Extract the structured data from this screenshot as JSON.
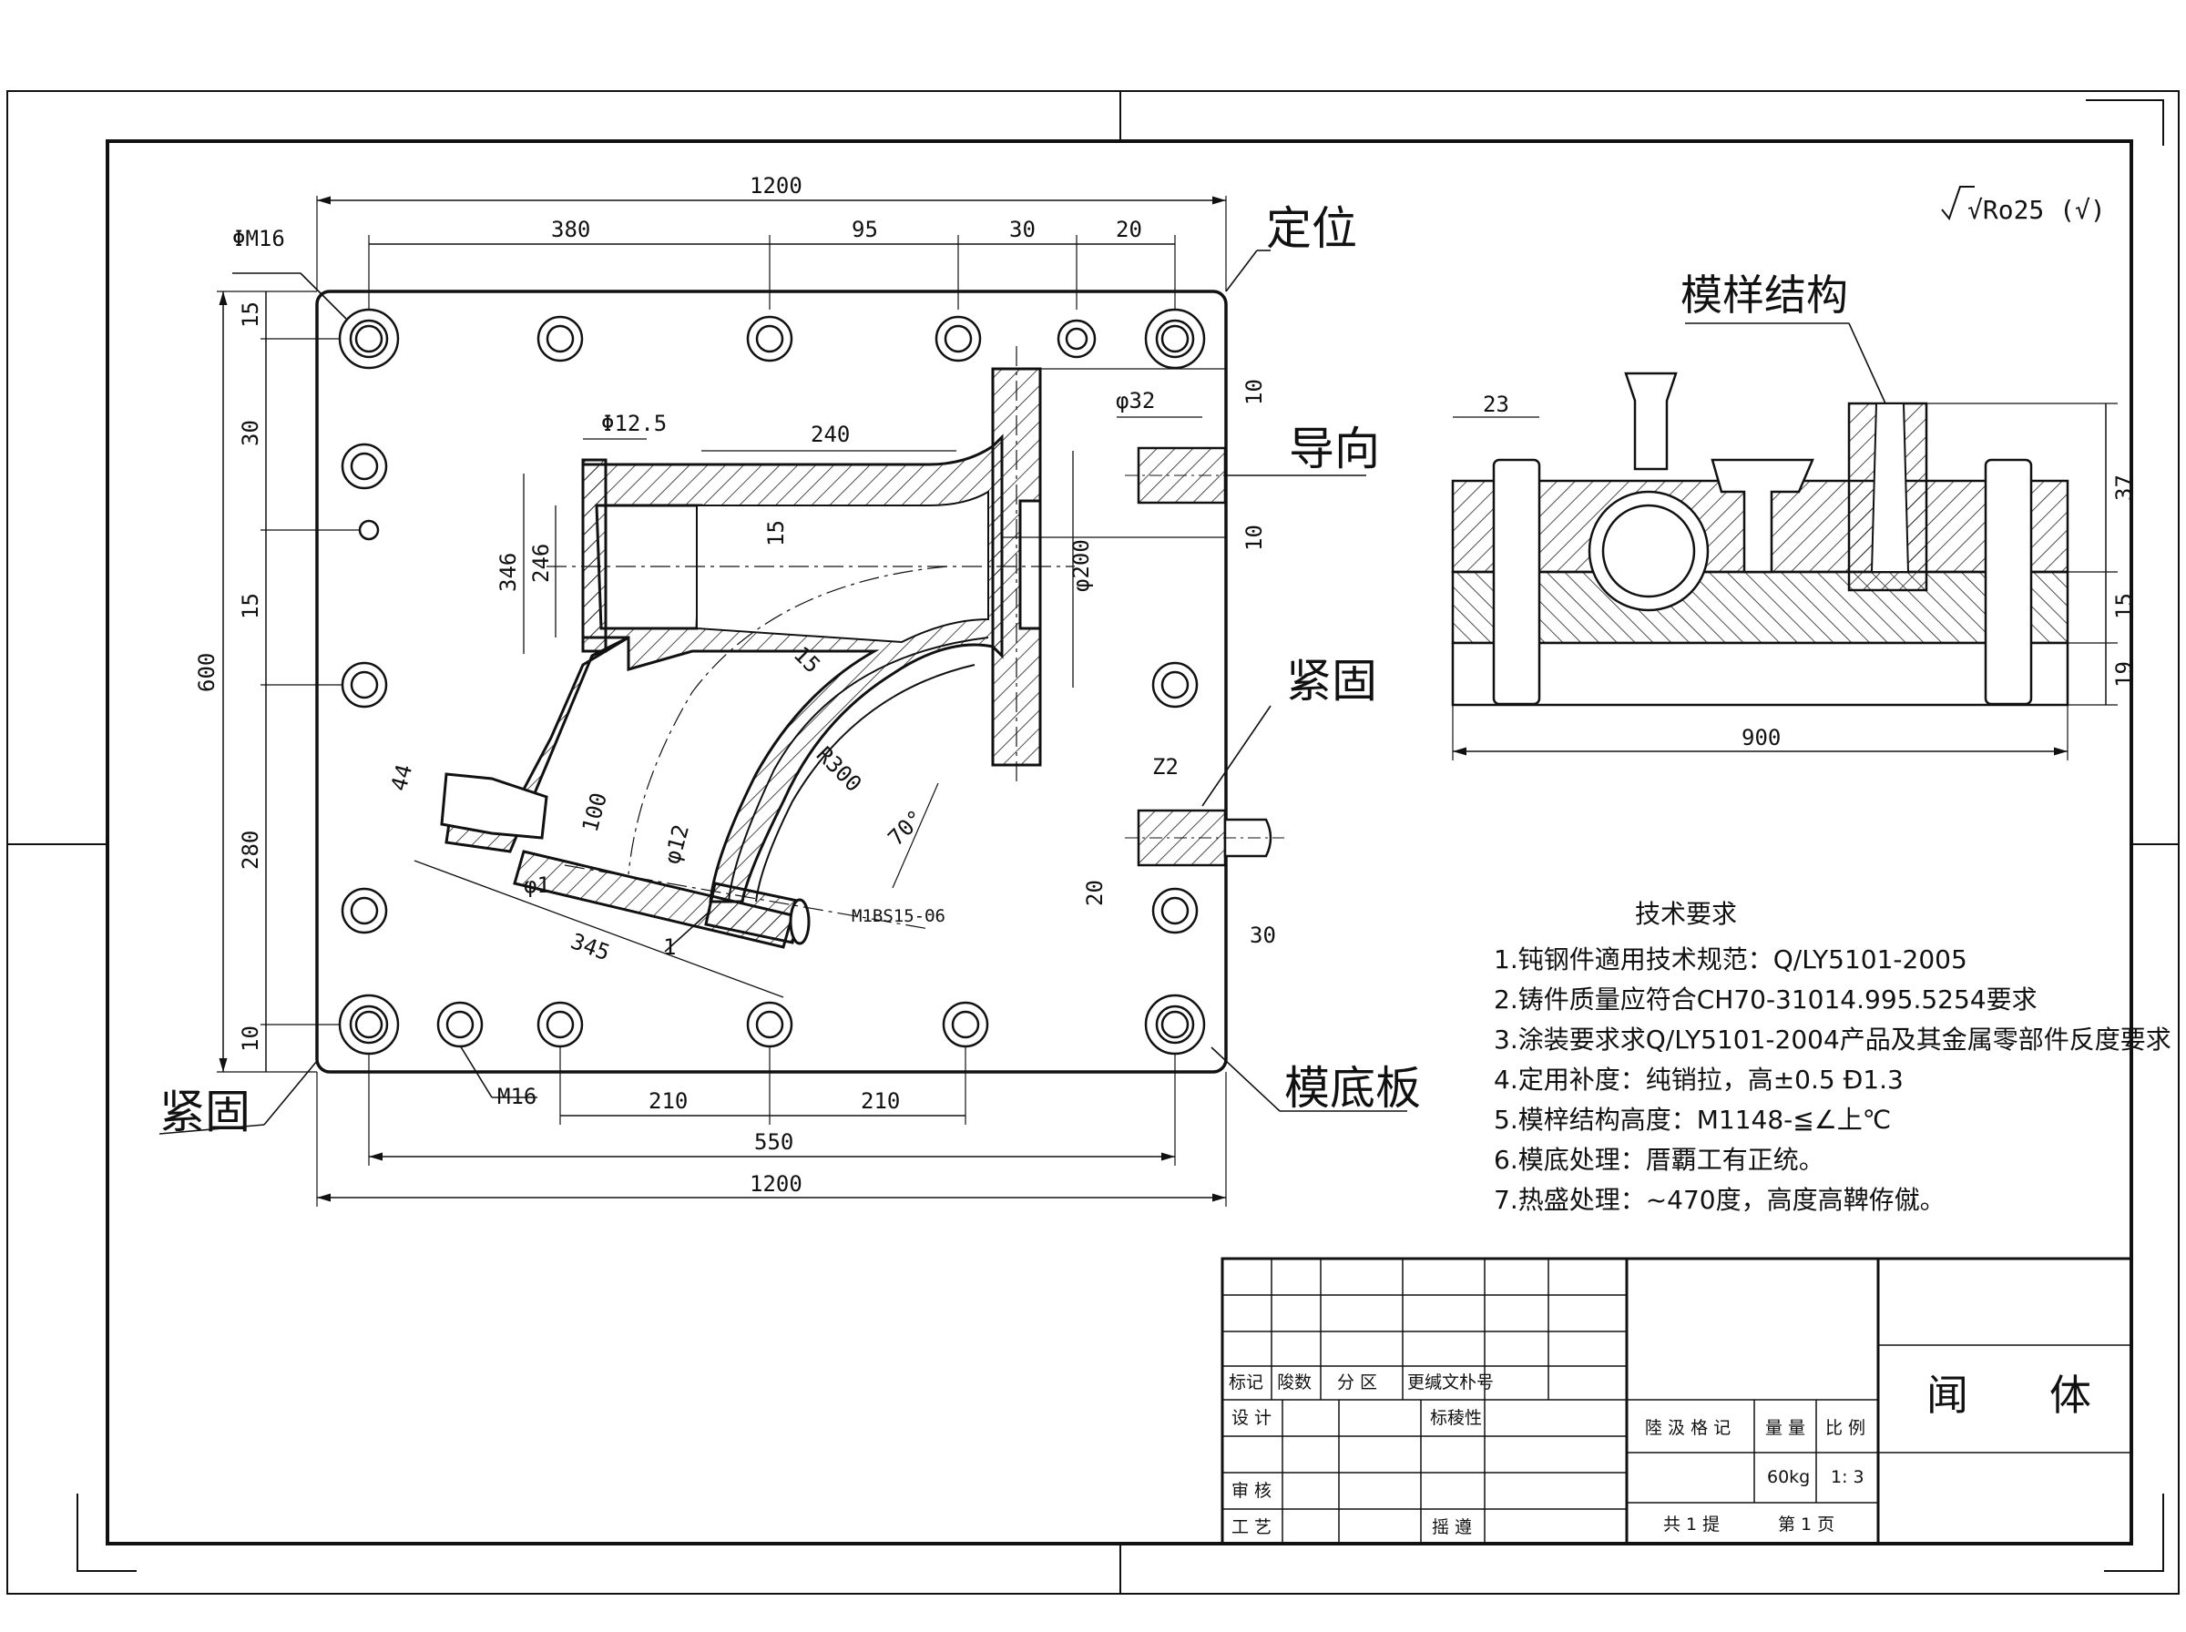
{
  "roughness": "√Ro25 (√)",
  "front_view": {
    "dims": {
      "width_top": "1200",
      "width_bottom": "1200",
      "d380": "380",
      "d95": "95",
      "d30_top": "30",
      "d20_top": "20",
      "height_600": "600",
      "v15_a": "15",
      "v30": "30",
      "v15_b": "15",
      "v280": "280",
      "v10": "10",
      "phi_m16": "ΦM16",
      "m16": "M16",
      "h210_a": "210",
      "h210_b": "210",
      "h550": "550",
      "phi12_5": "Φ12.5",
      "d240": "240",
      "d346": "346",
      "d246": "246",
      "d15_inner": "15",
      "phi200": "φ200",
      "d15_bend": "15",
      "r300": "R300",
      "ang70": "70°",
      "d44": "44",
      "d100": "100",
      "phi12": "φ12",
      "phi1": "φ1",
      "d345": "345",
      "leader1": "1",
      "thread_note": "M1BS15-Θ6",
      "phi32": "φ32",
      "g10_a": "10",
      "g10_b": "10",
      "z22": "Z2",
      "d20_right": "20",
      "d30_right": "30"
    },
    "labels": {
      "locate": "定位",
      "guide": "导向",
      "fasten_right": "紧固",
      "fasten_left": "紧固",
      "base_plate": "模底板"
    }
  },
  "section_view": {
    "title": "模样结构",
    "dims": {
      "d23": "23",
      "d900": "900",
      "d37": "37",
      "d15": "15",
      "d19": "19"
    }
  },
  "requirements": {
    "title": "技术要求",
    "items": [
      "1.钝钢件適用技术规范：Q/LY5101-2005",
      "2.铸件质量应符合CH70-31014.995.5254要求",
      "3.涂装要求求Q/LY5101-2004产品及其金属零部件反度要求",
      "4.定用补度：纯销拉，高±0.5  Ð1.3",
      "5.模梓结构高度：M1148-≦∠上℃",
      "6.模底处理：厝覇工有正统。",
      "7.热盛处理：~470度，高度高鞞侟僦。"
    ]
  },
  "title_block": {
    "part_name_a": "闻",
    "part_name_b": "体",
    "hdr_mark": "标记",
    "hdr_count": "陖数",
    "hdr_zone": "分 区",
    "hdr_docno": "更缄文朴号",
    "design": "设 计",
    "standard": "标稜性",
    "review": "审 核",
    "process": "工 艺",
    "approve": "摇 遵",
    "stage": "陸 汲 格 记",
    "weight_hdr": "量 量",
    "scale_hdr": "比 例",
    "weight": "60kg",
    "scale": "1: 3",
    "sheets_total": "共 1 提",
    "sheet_no": "第 1 页"
  }
}
